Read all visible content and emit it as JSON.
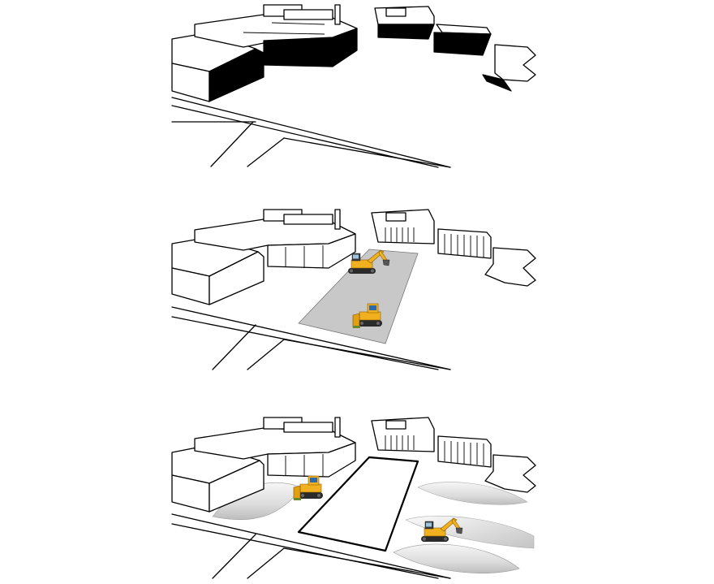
{
  "panels": [
    {
      "id": "before",
      "state": "existing-buildings"
    },
    {
      "id": "demolition",
      "state": "site-cleared",
      "machines": [
        "excavator-icon",
        "bulldozer-icon"
      ]
    },
    {
      "id": "earthworks",
      "state": "mounds-formed",
      "machines": [
        "bulldozer-icon",
        "excavator-icon"
      ]
    }
  ],
  "colors": {
    "line": "#000000",
    "cleared_site": "#c8c8c8",
    "mound": "#e0e0e0",
    "machine_body": "#f0b020",
    "machine_dark": "#2a2a2a"
  }
}
